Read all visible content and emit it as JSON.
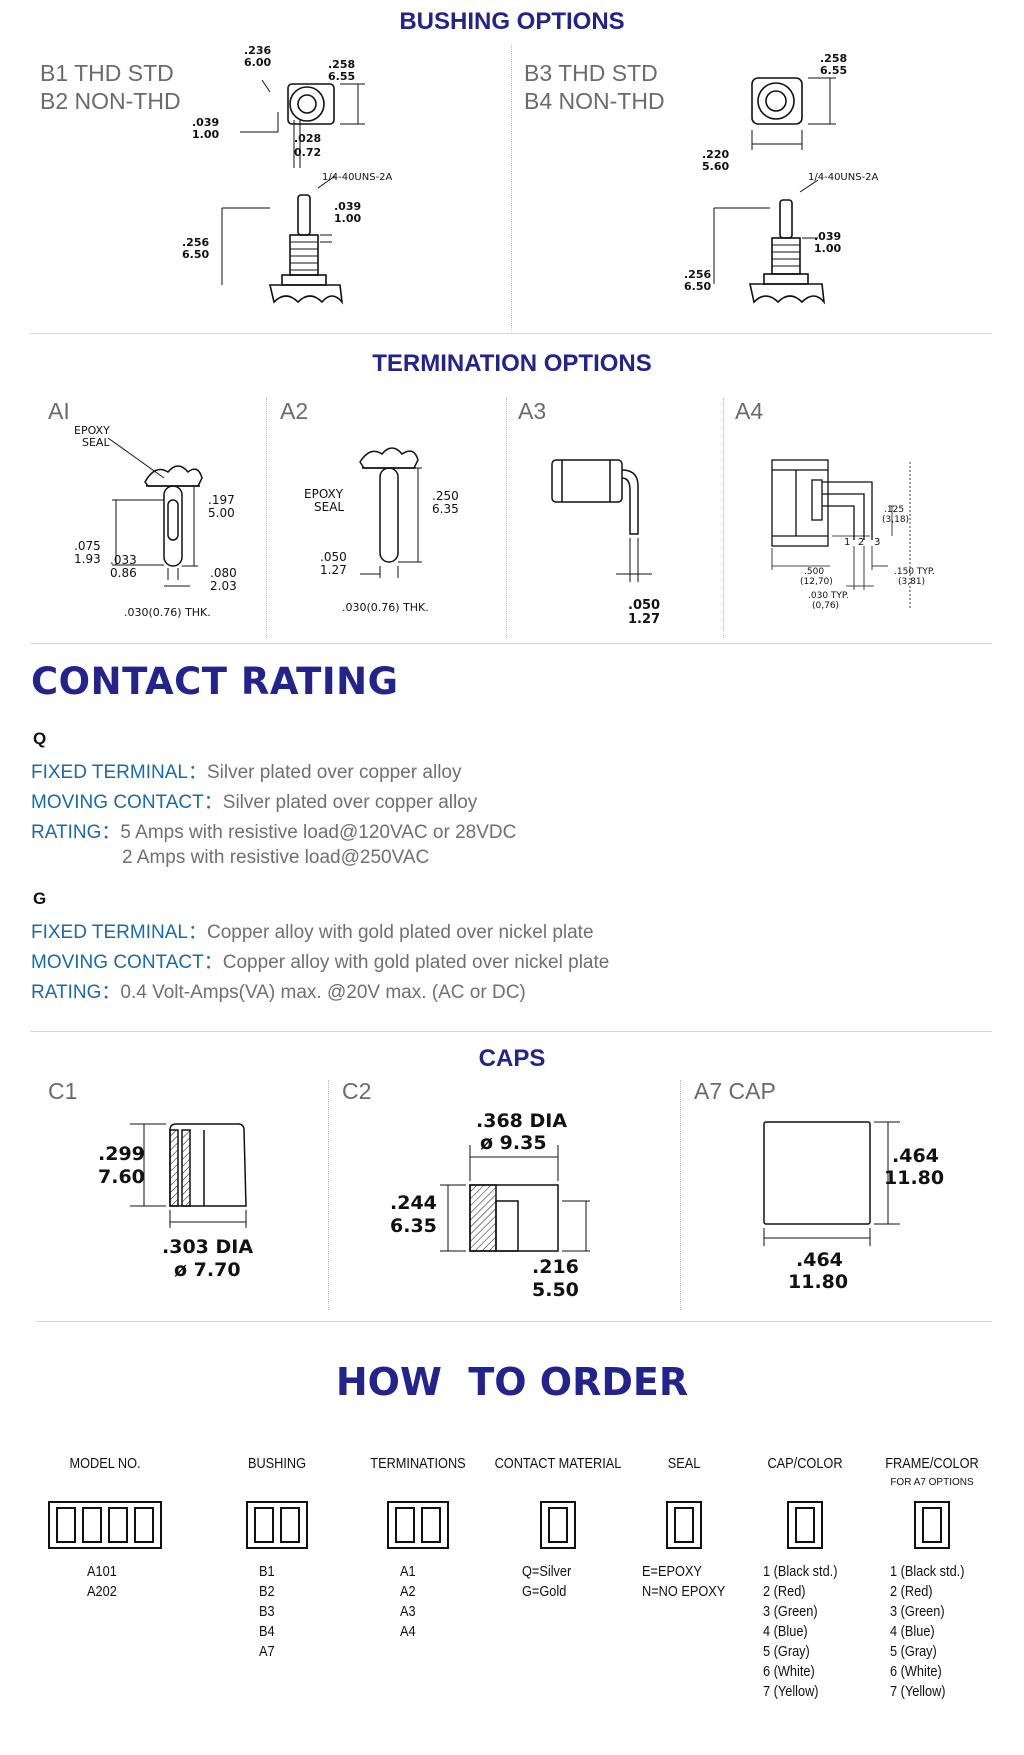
{
  "bushing": {
    "title": "BUSHING OPTIONS",
    "left_label_1": "B1 THD STD",
    "left_label_2": "B2 NON-THD",
    "right_label_1": "B3 THD STD",
    "right_label_2": "B4 NON-THD",
    "dims": {
      "a236": ".236",
      "a600": "6.00",
      "a258": ".258",
      "a655": "6.55",
      "a039": ".039",
      "a100": "1.00",
      "a028": ".028",
      "a072": "0.72",
      "thread": "1/4-40UNS-2A",
      "a256": ".256",
      "a650": "6.50",
      "a220": ".220",
      "a560": "5.60"
    }
  },
  "termination": {
    "title": "TERMINATION OPTIONS",
    "labels": [
      "AI",
      "A2",
      "A3",
      "A4"
    ],
    "a1": {
      "epoxy": "EPOXY",
      "seal": "SEAL",
      "d197": ".197",
      "d500": "5.00",
      "d075": ".075",
      "d193": "1.93",
      "d033": ".033",
      "d086": "0.86",
      "d080": ".080",
      "d203": "2.03",
      "thk": ".030(0.76)  THK."
    },
    "a2": {
      "epoxy": "EPOXY",
      "seal": "SEAL",
      "d250": ".250",
      "d635": "6.35",
      "d050": ".050",
      "d127": "1.27",
      "thk": ".030(0.76)  THK."
    },
    "a3": {
      "d050": ".050",
      "d127": "1.27"
    },
    "a4": {
      "d125": ".125",
      "d318": "(3,18)",
      "d500": ".500",
      "d1270": "(12,70)",
      "d150": ".150  TYP.",
      "d381": "(3,81)",
      "d030": ".030  TYP.",
      "d076": "(0,76)",
      "p1": "1",
      "p2": "2",
      "p3": "3"
    }
  },
  "contact": {
    "title": "CONTACT RATING",
    "q": {
      "code": "Q",
      "fixed_key": "FIXED TERMINAL：",
      "fixed_val": "Silver plated over copper alloy",
      "moving_key": "MOVING CONTACT：",
      "moving_val": "Silver plated over copper alloy",
      "rating_key": "RATING：",
      "rating_val": "5 Amps with resistive load@120VAC or 28VDC",
      "rating_val2": "2 Amps with resistive load@250VAC"
    },
    "g": {
      "code": "G",
      "fixed_key": "FIXED TERMINAL：",
      "fixed_val": "Copper alloy with gold plated over nickel plate",
      "moving_key": "MOVING CONTACT：",
      "moving_val": "Copper alloy with gold plated over nickel plate",
      "rating_key": "RATING：",
      "rating_val": "0.4 Volt-Amps(VA) max. @20V max. (AC or DC)"
    }
  },
  "caps": {
    "title": "CAPS",
    "labels": [
      "C1",
      "C2",
      "A7 CAP"
    ],
    "c1": {
      "h_in": ".299",
      "h_mm": "7.60",
      "d_in": ".303  DIA",
      "d_mm": "ø 7.70"
    },
    "c2": {
      "d_in": ".368  DIA",
      "d_mm": "ø 9.35",
      "h_in": ".244",
      "h_mm": "6.35",
      "s_in": ".216",
      "s_mm": "5.50"
    },
    "a7": {
      "h_in": ".464",
      "h_mm": "11.80",
      "w_in": ".464",
      "w_mm": "11.80"
    }
  },
  "order": {
    "title": "HOW  TO ORDER",
    "columns": [
      {
        "header": "MODEL NO.",
        "boxes": 4,
        "items": [
          "A101",
          "A202"
        ]
      },
      {
        "header": "BUSHING",
        "boxes": 2,
        "items": [
          "B1",
          "B2",
          "B3",
          "B4",
          "A7"
        ]
      },
      {
        "header": "TERMINATIONS",
        "boxes": 2,
        "items": [
          "A1",
          "A2",
          "A3",
          "A4"
        ]
      },
      {
        "header": "CONTACT MATERIAL",
        "boxes": 1,
        "items": [
          "Q=Silver",
          "G=Gold"
        ]
      },
      {
        "header": "SEAL",
        "boxes": 1,
        "items": [
          "E=EPOXY",
          "N=NO EPOXY"
        ]
      },
      {
        "header": "CAP/COLOR",
        "boxes": 1,
        "items": [
          "1 (Black std.)",
          "2 (Red)",
          "3 (Green)",
          "4 (Blue)",
          "5 (Gray)",
          "6 (White)",
          "7 (Yellow)"
        ]
      },
      {
        "header": "FRAME/COLOR",
        "sub": "FOR A7 OPTIONS",
        "boxes": 1,
        "items": [
          "1 (Black std.)",
          "2 (Red)",
          "3 (Green)",
          "4 (Blue)",
          "5 (Gray)",
          "6 (White)",
          "7 (Yellow)"
        ]
      }
    ]
  },
  "colors": {
    "title": "#23238e",
    "key": "#1a6aa8",
    "value": "#707070",
    "label": "#6b6b6b"
  }
}
